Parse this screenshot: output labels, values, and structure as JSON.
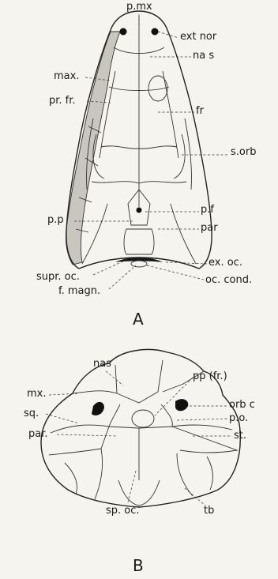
{
  "figure_a": {
    "panel_label": "A",
    "labels": {
      "pmx": "p.mx",
      "ext_nor": "ext nor",
      "max": "max.",
      "nas": "na s",
      "pr_fr": "pr. fr.",
      "fr": "fr",
      "s_orb": "s.orb",
      "pp": "p.p",
      "pf": "p.f",
      "par": "par",
      "ex_oc": "ex. oc.",
      "supr_oc": "supr. oc.",
      "oc_cond": "oc. cond.",
      "f_magn": "f. magn."
    }
  },
  "figure_b": {
    "panel_label": "B",
    "labels": {
      "nas": "nas",
      "pp_fr": "pp (fr.)",
      "mx": "mx.",
      "orb_c": "orb c",
      "sq": "sq.",
      "po": "p.o.",
      "par": "par.",
      "st": "st.",
      "sp_oc": "sp. oc.",
      "tb": "tb"
    }
  }
}
